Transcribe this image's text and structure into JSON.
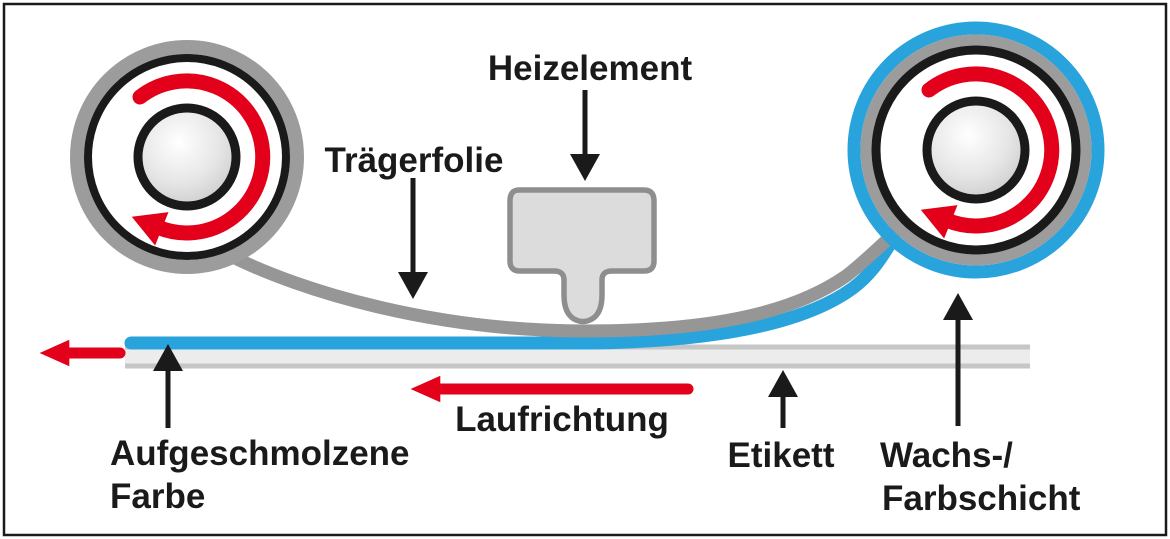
{
  "labels": {
    "heizelement": "Heizelement",
    "traegerfolie": "Trägerfolie",
    "laufrichtung": "Laufrichtung",
    "etikett": "Etikett",
    "wachs_farbschicht_line1": "Wachs-/",
    "wachs_farbschicht_line2": "Farbschicht",
    "aufgeschmolzene_line1": "Aufgeschmolzene",
    "aufgeschmolzene_line2": "Farbe"
  },
  "colors": {
    "red": "#e2001a",
    "blue": "#29a3dc",
    "ribbon_gray": "#969696",
    "ring_gray": "#9c9c9c",
    "black": "#1a1a1a",
    "heater_fill": "#dcdcdc",
    "heater_border": "#8e8e8e",
    "label_fill": "#ececec",
    "label_edge": "#c6c6c6"
  },
  "icons": {
    "rotation_arrow": "curved-red-arc-arrow-clockwise",
    "transport_arrow": "thick-red-arrow-left",
    "pointer_arrow": "black-callout-arrow"
  }
}
